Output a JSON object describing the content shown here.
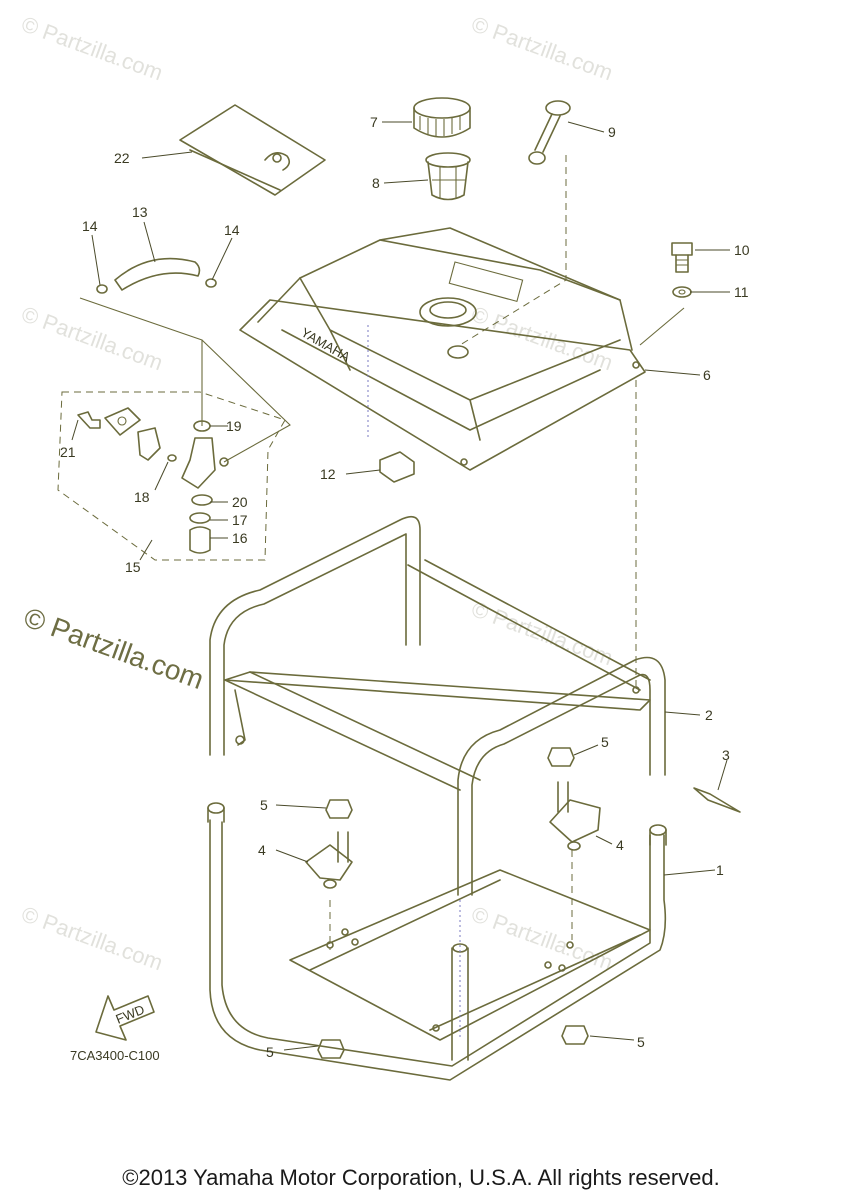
{
  "diagram_code": "7CA3400-C100",
  "fwd_label": "FWD",
  "brand_text": "YAMAHA",
  "copyright": "©2013 Yamaha Motor Corporation, U.S.A. All rights reserved.",
  "watermark": "© Partzilla.com",
  "callouts": {
    "c1": "1",
    "c2": "2",
    "c3": "3",
    "c4a": "4",
    "c4b": "4",
    "c5a": "5",
    "c5b": "5",
    "c5c": "5",
    "c5d": "5",
    "c6": "6",
    "c7": "7",
    "c8": "8",
    "c9": "9",
    "c10": "10",
    "c11": "11",
    "c12": "12",
    "c13": "13",
    "c14a": "14",
    "c14b": "14",
    "c15": "15",
    "c16": "16",
    "c17": "17",
    "c18": "18",
    "c19": "19",
    "c20": "20",
    "c21": "21",
    "c22": "22"
  },
  "colors": {
    "line": "#6b6b3c",
    "text": "#3a3a22",
    "watermark": "#c9c9c0"
  }
}
